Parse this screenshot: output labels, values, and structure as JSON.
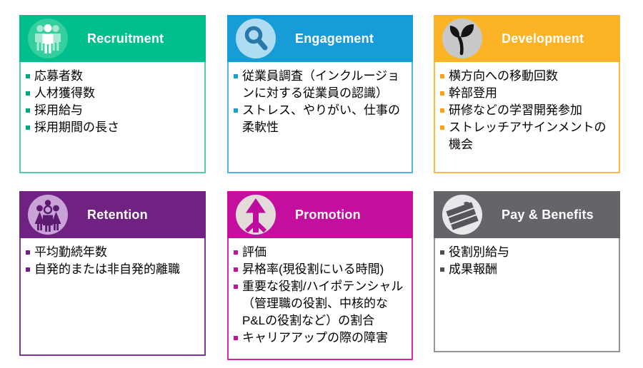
{
  "page": {
    "background": "#FFFFFF"
  },
  "cards": [
    {
      "id": "recruitment",
      "title": "Recruitment",
      "icon": "people-group-icon",
      "colors": {
        "header": "#00BF8C",
        "border": "#4FCFA5",
        "bullet": "#00A87F",
        "icon_circle": "#35CE9E"
      },
      "bullets": [
        "応募者数",
        "人材獲得数",
        "採用給与",
        "採用期間の長さ"
      ]
    },
    {
      "id": "engagement",
      "title": "Engagement",
      "icon": "magnifier-icon",
      "colors": {
        "header": "#189CD8",
        "border": "#4AB6E2",
        "bullet": "#1E9CD7",
        "icon_circle": "#AEDCF3"
      },
      "bullets": [
        "従業員調査（インクルージョンに対する従業員の認識）",
        "ストレス、やりがい、仕事の柔軟性"
      ]
    },
    {
      "id": "development",
      "title": "Development",
      "icon": "seedling-icon",
      "colors": {
        "header": "#FCB326",
        "border": "#FCBA42",
        "bullet": "#F9A21B",
        "icon_circle": "#C7C8CA"
      },
      "bullets": [
        "横方向への移動回数",
        "幹部登用",
        "研修などの学習開発参加",
        "ストレッチアサインメントの機会"
      ]
    },
    {
      "id": "retention",
      "title": "Retention",
      "icon": "family-group-icon",
      "colors": {
        "header": "#6F2282",
        "border": "#7C3790",
        "bullet": "#6F2282",
        "icon_circle": "#C9A2D7"
      },
      "bullets": [
        "平均勤続年数",
        "自発的または非自発的離職"
      ]
    },
    {
      "id": "promotion",
      "title": "Promotion",
      "icon": "arrow-up-icon",
      "colors": {
        "header": "#C40F9E",
        "border": "#D528AC",
        "bullet": "#C40F9E",
        "icon_circle": "#E2DBD7"
      },
      "bullets": [
        "評価",
        "昇格率(現役割にいる時間)",
        "重要な役割/ハイポテンシャル（管理職の役割、中核的なP&Lの役割など）の割合",
        "キャリアアップの際の障害"
      ]
    },
    {
      "id": "pay-benefits",
      "title": "Pay & Benefits",
      "icon": "money-stack-icon",
      "colors": {
        "header": "#636569",
        "border": "#939598",
        "bullet": "#4D4D4F",
        "icon_circle": "#E7E8E9"
      },
      "bullets": [
        "役割別給与",
        "成果報酬"
      ]
    }
  ]
}
